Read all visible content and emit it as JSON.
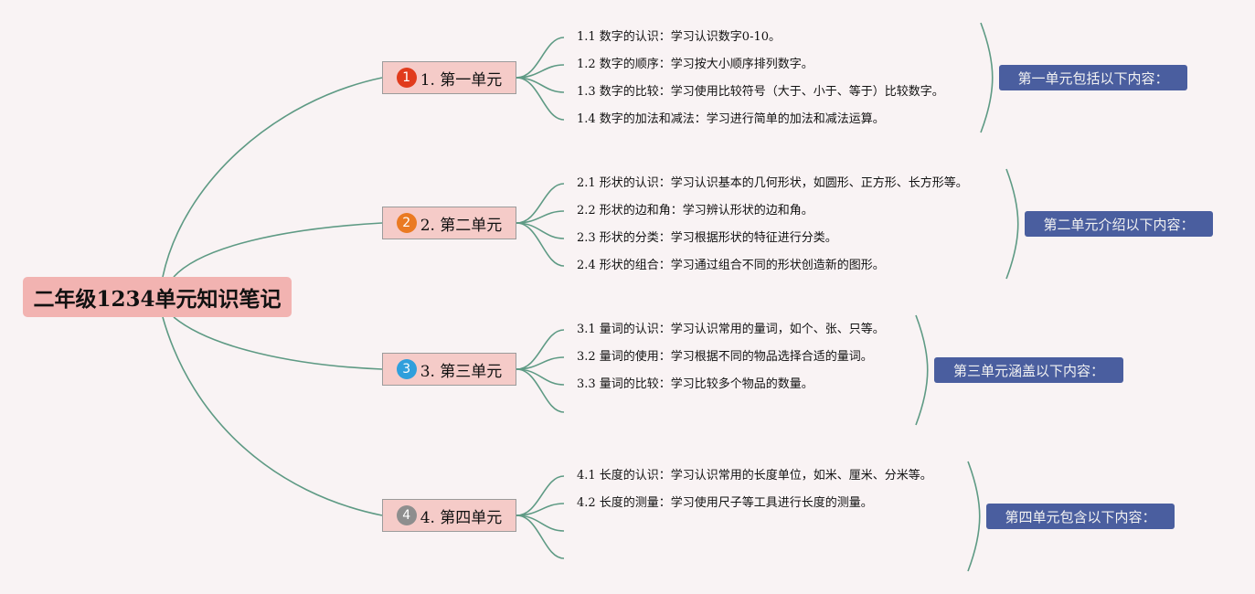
{
  "root": {
    "title": "二年级1234单元知识笔记"
  },
  "units": [
    {
      "badge": "1",
      "badge_color": "#e13b1c",
      "label": "1. 第一单元",
      "items": [
        "1.1 数字的认识：学习认识数字0-10。",
        "1.2 数字的顺序：学习按大小顺序排列数字。",
        "1.3 数字的比较：学习使用比较符号（大于、小于、等于）比较数字。",
        "1.4 数字的加法和减法：学习进行简单的加法和减法运算。"
      ],
      "summary": "第一单元包括以下内容："
    },
    {
      "badge": "2",
      "badge_color": "#ea7a22",
      "label": "2. 第二单元",
      "items": [
        "2.1 形状的认识：学习认识基本的几何形状，如圆形、正方形、长方形等。",
        "2.2 形状的边和角：学习辨认形状的边和角。",
        "2.3 形状的分类：学习根据形状的特征进行分类。",
        "2.4 形状的组合：学习通过组合不同的形状创造新的图形。"
      ],
      "summary": "第二单元介绍以下内容："
    },
    {
      "badge": "3",
      "badge_color": "#2f9fdc",
      "label": "3. 第三单元",
      "items": [
        "3.1 量词的认识：学习认识常用的量词，如个、张、只等。",
        "3.2 量词的使用：学习根据不同的物品选择合适的量词。",
        "3.3 量词的比较：学习比较多个物品的数量。",
        ""
      ],
      "summary": "第三单元涵盖以下内容："
    },
    {
      "badge": "4",
      "badge_color": "#8e8e8e",
      "label": "4. 第四单元",
      "items": [
        "4.1 长度的认识：学习认识常用的长度单位，如米、厘米、分米等。",
        "4.2 长度的测量：学习使用尺子等工具进行长度的测量。",
        "",
        ""
      ],
      "summary": "第四单元包含以下内容："
    }
  ],
  "colors": {
    "line": "#5e9a84",
    "background": "#f9f3f4"
  }
}
